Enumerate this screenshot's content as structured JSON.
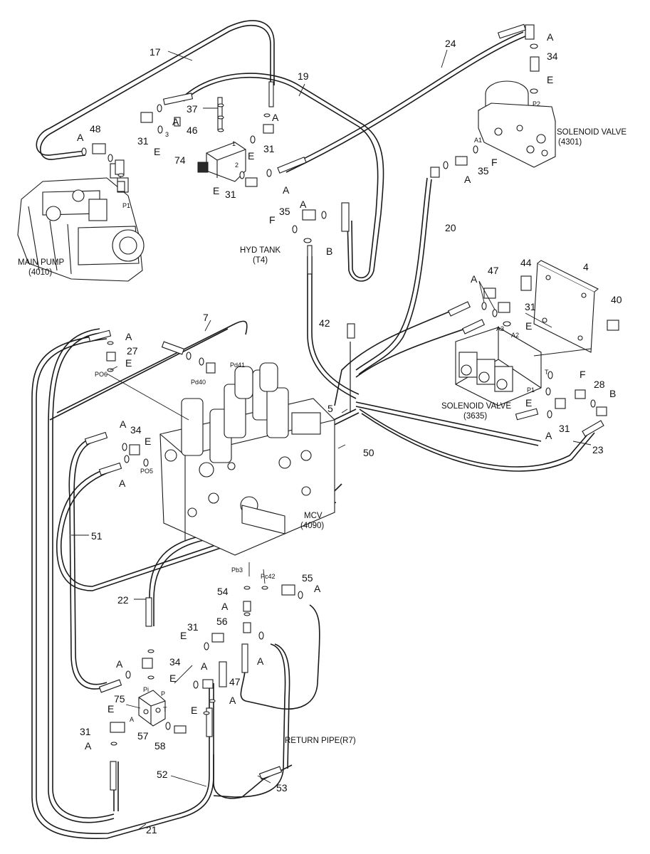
{
  "components": {
    "main_pump": {
      "name": "MAIN PUMP",
      "code": "(4010)",
      "port": "P1"
    },
    "hyd_tank": {
      "name": "HYD TANK",
      "code": "(T4)"
    },
    "solenoid_4301": {
      "name": "SOLENOID VALVE",
      "code": "(4301)",
      "ports": [
        "P2",
        "A1"
      ]
    },
    "solenoid_3635": {
      "name": "SOLENOID VALVE",
      "code": "(3635)",
      "ports": [
        "A3",
        "A2",
        "T",
        "P1"
      ]
    },
    "mcv": {
      "name": "MCV",
      "code": "(4090)",
      "ports": [
        "Pd41",
        "Pd40",
        "PO6",
        "PO5",
        "Pb3",
        "Pc42"
      ]
    },
    "return_pipe": {
      "name": "RETURN PIPE(R7)"
    },
    "block_74": {
      "ports": [
        "1",
        "2",
        "3"
      ]
    },
    "block_75": {
      "ports": [
        "Pi",
        "P",
        "A",
        "T"
      ]
    }
  },
  "callouts": {
    "n17": "17",
    "n19": "19",
    "n24": "24",
    "n34a": "34",
    "n48": "48",
    "n37": "37",
    "n46": "46",
    "n31a": "31",
    "n31b": "31",
    "n31c": "31",
    "n74": "74",
    "n35a": "35",
    "n35b": "35",
    "n20": "20",
    "n4": "4",
    "n44": "44",
    "n47a": "47",
    "n31d": "31",
    "n40": "40",
    "n42": "42",
    "n7": "7",
    "n27": "27",
    "n34b": "34",
    "n5": "5",
    "n50": "50",
    "n28": "28",
    "n31e": "31",
    "n23": "23",
    "n51": "51",
    "n22": "22",
    "n54": "54",
    "n55": "55",
    "n56": "56",
    "n31f": "31",
    "n34c": "34",
    "n47b": "47",
    "n75": "75",
    "n31g": "31",
    "n57": "57",
    "n58": "58",
    "n52": "52",
    "n53": "53",
    "n21": "21"
  },
  "letters": {
    "A": "A",
    "B": "B",
    "E": "E",
    "F": "F"
  }
}
